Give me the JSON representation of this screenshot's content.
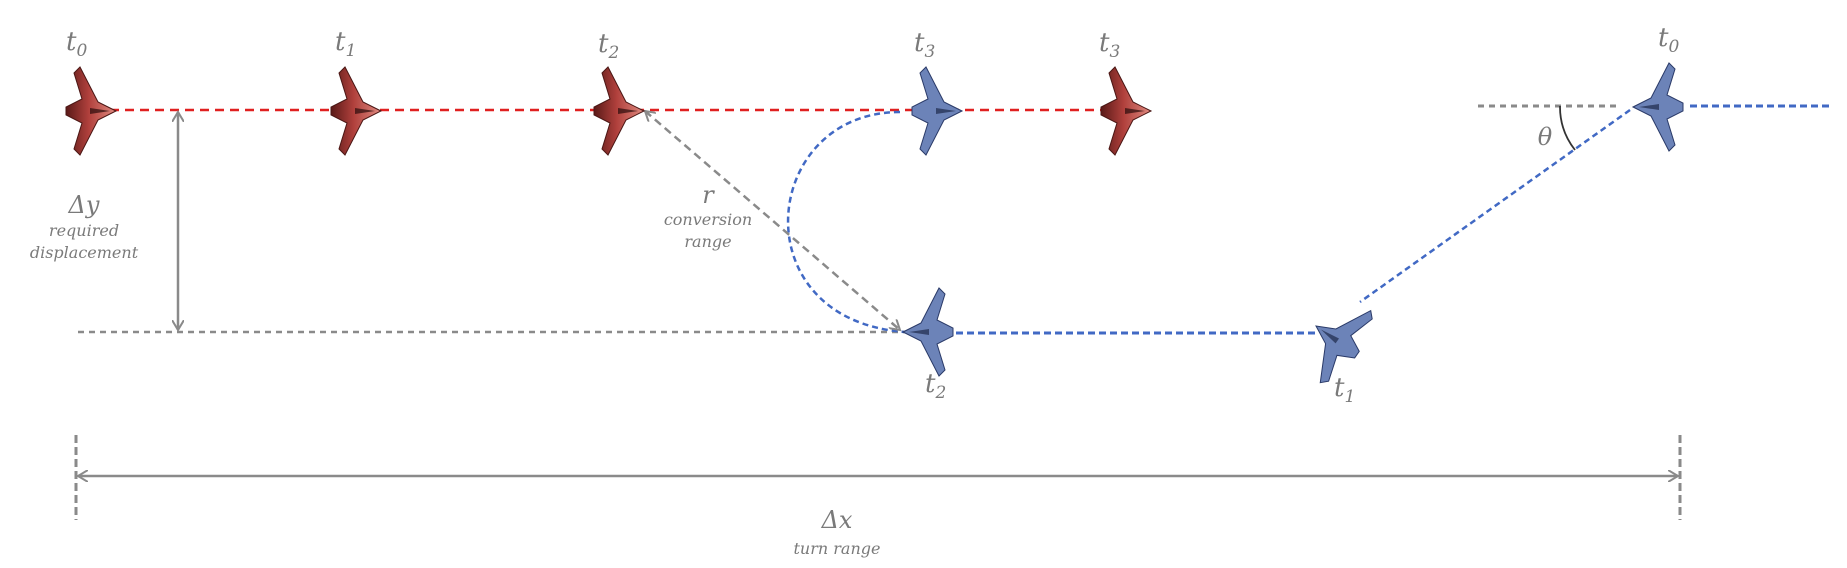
{
  "colors": {
    "red_aircraft": "#b0403c",
    "red_path": "#e02020",
    "blue_aircraft": "#6c83b8",
    "blue_path": "#4169c4",
    "guide": "#8a8a8a"
  },
  "red_aircraft": {
    "labels": [
      {
        "base": "t",
        "sub": "0"
      },
      {
        "base": "t",
        "sub": "1"
      },
      {
        "base": "t",
        "sub": "2"
      },
      {
        "base": "t",
        "sub": "3"
      }
    ]
  },
  "blue_aircraft": {
    "labels": [
      {
        "base": "t",
        "sub": "3"
      },
      {
        "base": "t",
        "sub": "0"
      },
      {
        "base": "t",
        "sub": "1"
      },
      {
        "base": "t",
        "sub": "2"
      }
    ]
  },
  "annotations": {
    "dy_symbol": "Δy",
    "dy_desc_line1": "required",
    "dy_desc_line2": "displacement",
    "r_symbol": "r",
    "r_desc_line1": "conversion",
    "r_desc_line2": "range",
    "theta_symbol": "θ",
    "dx_symbol": "Δx",
    "dx_desc": "turn range"
  },
  "icons": {
    "aircraft": "delta-wing-aircraft-icon"
  }
}
